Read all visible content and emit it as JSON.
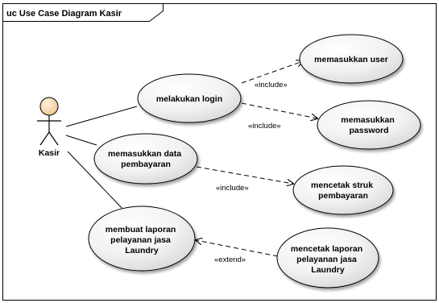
{
  "frame": {
    "title": "uc Use  Case Diagram Kasir"
  },
  "actor": {
    "name": "Kasir"
  },
  "use_cases": {
    "login": {
      "lines": [
        "melakukan login"
      ]
    },
    "input_user": {
      "lines": [
        "memasukkan user"
      ]
    },
    "input_password": {
      "lines": [
        "memasukkan",
        "password"
      ]
    },
    "input_payment": {
      "lines": [
        "memasukkan data",
        "pembayaran"
      ]
    },
    "print_receipt": {
      "lines": [
        "mencetak struk",
        "pembayaran"
      ]
    },
    "make_report": {
      "lines": [
        "membuat laporan",
        "pelayanan jasa",
        "Laundry"
      ]
    },
    "print_report": {
      "lines": [
        "mencetak laporan",
        "pelayanan jasa",
        "Laundry"
      ]
    }
  },
  "relations": {
    "include_user": "«include»",
    "include_password": "«include»",
    "include_receipt": "«include»",
    "extend_report": "«extend»"
  },
  "colors": {
    "use_case_fill_light": "#ffffff",
    "use_case_fill_dark": "#e4e4e4",
    "actor_head": "#f7d7b0",
    "line": "#000000"
  }
}
